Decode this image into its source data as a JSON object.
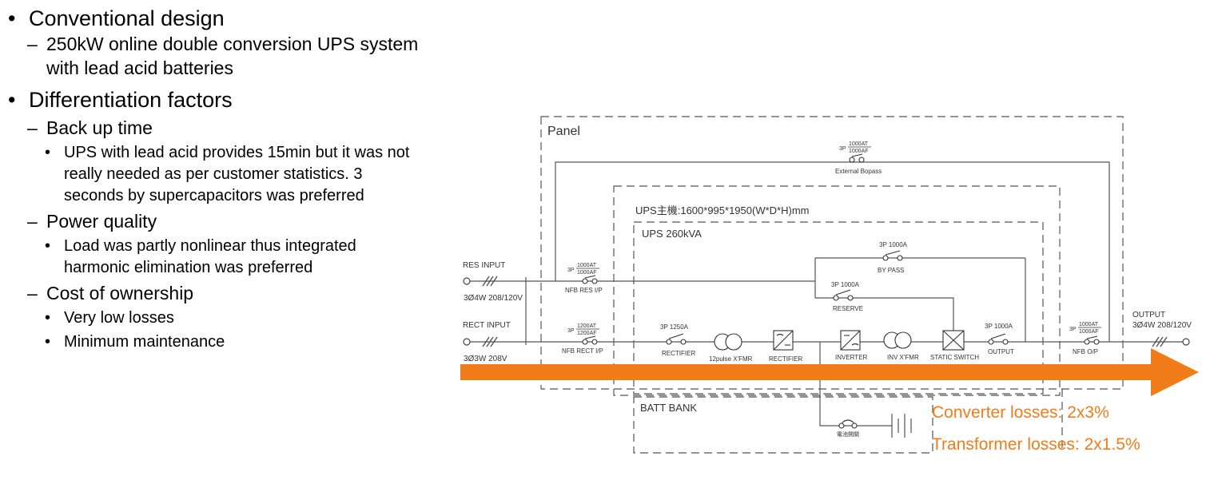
{
  "bullets": {
    "conventional": {
      "heading": "Conventional design",
      "item": "250kW online double conversion UPS system with lead acid batteries"
    },
    "differentiation": {
      "heading": "Differentiation factors",
      "backup": {
        "heading": "Back up time",
        "detail": "UPS with lead acid provides 15min but it was not really needed as per customer statistics. 3 seconds by supercapacitors was preferred"
      },
      "power_quality": {
        "heading": "Power quality",
        "detail": "Load was partly nonlinear thus integrated harmonic elimination was preferred"
      },
      "cost": {
        "heading": "Cost of ownership",
        "detail1": "Very low losses",
        "detail2": "Minimum maintenance"
      }
    }
  },
  "diagram": {
    "panel_label": "Panel",
    "ups_dims": "UPS主機:1600*995*1950(W*D*H)mm",
    "ups_rating": "UPS 260kVA",
    "batt_bank": "BATT BANK",
    "external_bypass_label": "External Bopass",
    "external_bypass_rating_top": "1000AT",
    "external_bypass_rating_bot": "1000AF",
    "pole_3p": "3P",
    "res_input": "RES INPUT",
    "res_input_spec": "3Ø4W 208/120V",
    "rect_input": "RECT INPUT",
    "rect_input_spec": "3Ø3W 208V",
    "nfb_res_top": "1000AT",
    "nfb_res_bot": "1000AF",
    "nfb_res_label": "NFB RES I/P",
    "nfb_rect_top": "1200AT",
    "nfb_rect_bot": "1200AF",
    "nfb_rect_label": "NFB RECT I/P",
    "bypass_rating": "3P 1000A",
    "bypass_label": "BY PASS",
    "reserve_rating": "3P 1000A",
    "reserve_label": "RESERVE",
    "rectifier_sw_rating": "3P 1250A",
    "rectifier_sw_label": "RECTIFIER",
    "xfmr_label": "12pulse X'FMR",
    "rectifier_label": "RECTIFIER",
    "inverter_label": "INVERTER",
    "inv_xfmr_label": "INV X'FMR",
    "static_switch_label": "STATIC SWITCH",
    "output_sw_rating": "3P 1000A",
    "output_sw_label": "OUTPUT",
    "nfb_out_top": "1000AT",
    "nfb_out_bot": "1000AF",
    "nfb_out_label": "NFB O/P",
    "output_label": "OUTPUT",
    "output_spec": "3Ø4W 208/120V",
    "battery_switch_label": "電池開關",
    "converter_losses": "Converter losses: 2x3%",
    "transformer_losses": "Transformer losses: 2x1.5%",
    "arrow_color": "#f07c1a"
  }
}
